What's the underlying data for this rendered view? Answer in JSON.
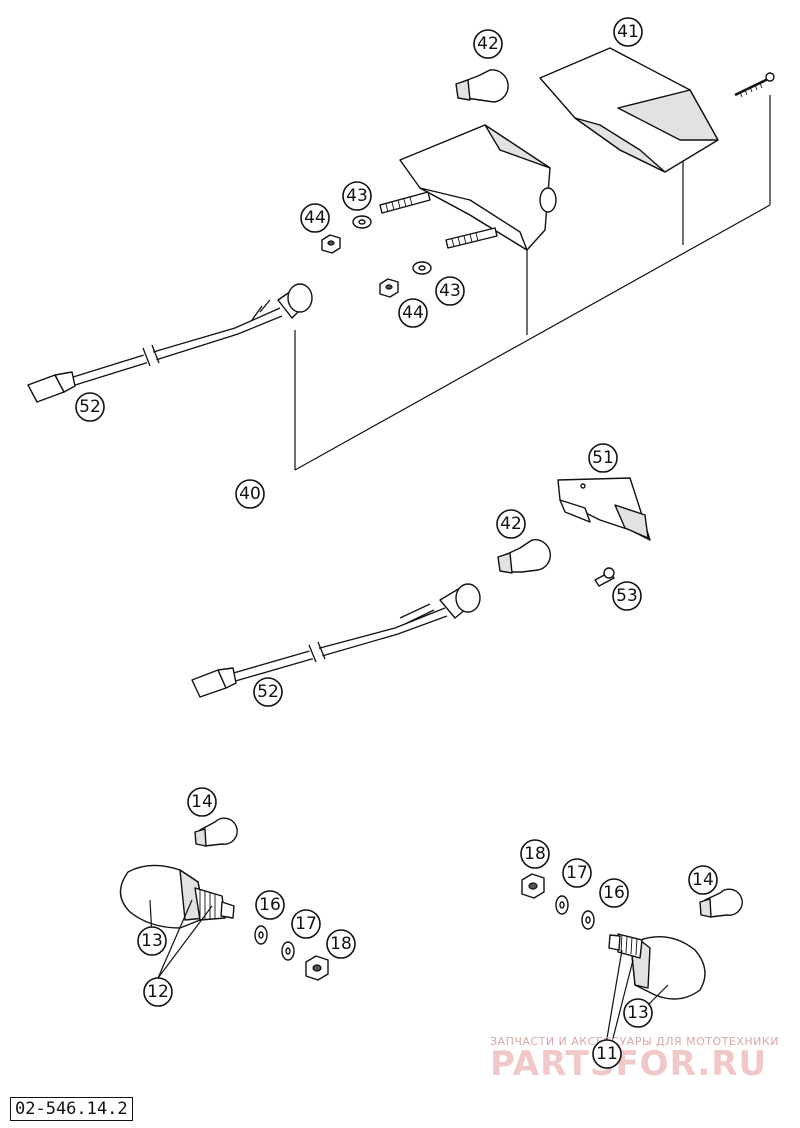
{
  "diagram_code": "02-546.14.2",
  "watermark": {
    "caption": "ЗАПЧАСТИ И АКСЕССУАРЫ ДЛЯ МОТОТЕХНИКИ",
    "brand": "PARTSFOR.RU"
  },
  "callouts": [
    {
      "id": "c41",
      "label": "41"
    },
    {
      "id": "c42a",
      "label": "42"
    },
    {
      "id": "c43a",
      "label": "43"
    },
    {
      "id": "c44a",
      "label": "44"
    },
    {
      "id": "c43b",
      "label": "43"
    },
    {
      "id": "c44b",
      "label": "44"
    },
    {
      "id": "c52a",
      "label": "52"
    },
    {
      "id": "c40",
      "label": "40"
    },
    {
      "id": "c51",
      "label": "51"
    },
    {
      "id": "c42b",
      "label": "42"
    },
    {
      "id": "c53",
      "label": "53"
    },
    {
      "id": "c52b",
      "label": "52"
    },
    {
      "id": "c14a",
      "label": "14"
    },
    {
      "id": "c16a",
      "label": "16"
    },
    {
      "id": "c17a",
      "label": "17"
    },
    {
      "id": "c18a",
      "label": "18"
    },
    {
      "id": "c13a",
      "label": "13"
    },
    {
      "id": "c12",
      "label": "12"
    },
    {
      "id": "c18b",
      "label": "18"
    },
    {
      "id": "c17b",
      "label": "17"
    },
    {
      "id": "c16b",
      "label": "16"
    },
    {
      "id": "c14b",
      "label": "14"
    },
    {
      "id": "c13b",
      "label": "13"
    },
    {
      "id": "c11",
      "label": "11"
    }
  ],
  "colors": {
    "line": "#111111",
    "background": "#ffffff",
    "watermark": "#d9a6a6"
  }
}
